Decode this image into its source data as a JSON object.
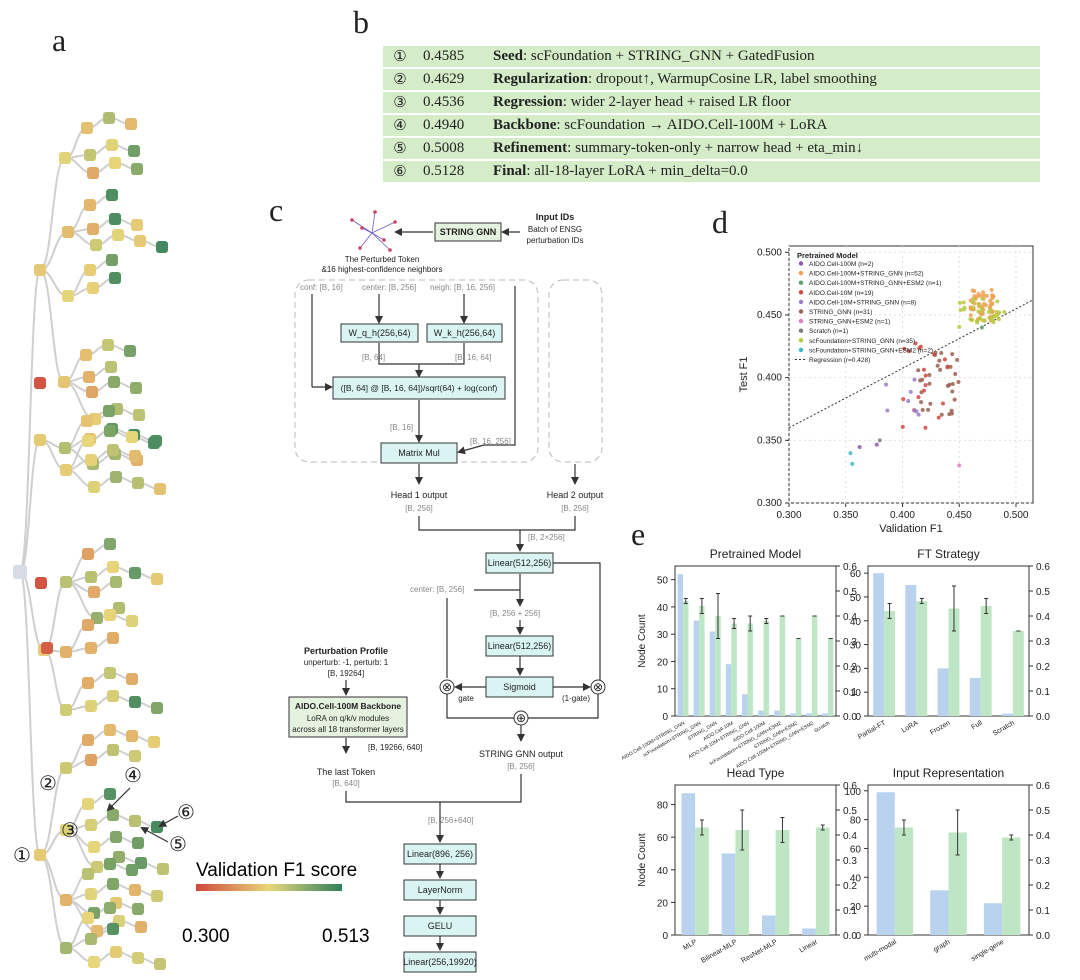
{
  "panels": {
    "a": "a",
    "b": "b",
    "c": "c",
    "d": "d",
    "e": "e"
  },
  "colors": {
    "low": "#d0473d",
    "mid": "#e8d77a",
    "high": "#2f7f5c",
    "table_bg": "#d4ecc8",
    "box_bg": "#d9f4f2",
    "bar_blue": "#b9d3ee",
    "bar_green": "#bfe6c4"
  },
  "table": [
    {
      "num": "①",
      "score": "0.4585",
      "label": "Seed",
      "text": ": scFoundation + STRING_GNN + GatedFusion"
    },
    {
      "num": "②",
      "score": "0.4629",
      "label": "Regularization",
      "text": ": dropout↑, WarmupCosine LR, label smoothing"
    },
    {
      "num": "③",
      "score": "0.4536",
      "label": "Regression",
      "text": ": wider 2-layer head + raised LR floor"
    },
    {
      "num": "④",
      "score": "0.4940",
      "label": "Backbone",
      "text": ": scFoundation → AIDO.Cell-100M + LoRA"
    },
    {
      "num": "⑤",
      "score": "0.5008",
      "label": "Refinement",
      "text": ": summary-token-only + narrow head + eta_min↓"
    },
    {
      "num": "⑥",
      "score": "0.5128",
      "label": "Final",
      "text": ": all-18-layer LoRA + min_delta=0.0"
    }
  ],
  "tree": {
    "callouts": [
      "①",
      "②",
      "③",
      "④",
      "⑤",
      "⑥"
    ],
    "colorbar_title": "Validation F1 score",
    "colorbar_min": "0.300",
    "colorbar_max": "0.513"
  },
  "diagram": {
    "input_ids_title": "Input IDs",
    "input_ids_sub1": "Batch of ENSG",
    "input_ids_sub2": "perturbation IDs",
    "string_gnn": "STRING GNN",
    "perturbed_token1": "The Perturbed Token",
    "perturbed_token2": "&16 highest-confidence neighbors",
    "conf": "conf: [B, 16]",
    "center": "center: [B, 256]",
    "neigh": "neigh: [B, 16, 256]",
    "wq": "W_q_h(256,64)",
    "wk": "W_k_h(256,64)",
    "dim_b64": "[B, 64]",
    "dim_b1664": "[B, 16, 64]",
    "attn": "([B, 64] @ [B, 16, 64])/sqrt(64) + log(conf)",
    "dim_b16": "[B, 16]",
    "dim_b16256": "[B, 16, 256]",
    "matmul": "Matrix Mul",
    "head1": "Head 1 output",
    "head2": "Head 2 output",
    "dim_b256a": "[B, 256]",
    "dim_b256b": "[B, 256]",
    "dim_b2x256": "[B, 2×256]",
    "linear1": "Linear(512,256)",
    "center2": "center: [B, 256]",
    "dim_sum": "[B, 256 + 256]",
    "linear2": "Linear(512,256)",
    "sigmoid": "Sigmoid",
    "gate": "gate",
    "one_minus_gate": "(1-gate)",
    "otimes": "⊗",
    "oplus": "⊕",
    "string_out": "STRING GNN output",
    "dim_b256c": "[B, 256]",
    "pert_profile_title": "Perturbation Profile",
    "pert_profile_sub": "unperturb: -1, perturb: 1",
    "dim_b19264": "[B, 19264]",
    "aido_title": "AIDO.Cell-100M Backbone",
    "aido_sub1": "LoRA on q/k/v modules",
    "aido_sub2": "across all 18 transformer layers",
    "dim_b19266": "[B, 19266, 640]",
    "last_token": "The last Token",
    "dim_b640": "[B, 640]",
    "dim_b896": "[B, 256+640]",
    "linear3": "Linear(896, 256)",
    "layernorm": "LayerNorm",
    "gelu": "GELU",
    "linear4": "Linear(256,19920)"
  },
  "scatter": {
    "legend_title": "Pretrained Model",
    "xlabel": "Validation F1",
    "ylabel": "Test F1",
    "xlim": [
      0.3,
      0.515
    ],
    "ylim": [
      0.3,
      0.505
    ],
    "xticks": [
      "0.300",
      "0.350",
      "0.400",
      "0.450",
      "0.500"
    ],
    "yticks": [
      "0.300",
      "0.350",
      "0.400",
      "0.450",
      "0.500"
    ],
    "legend": [
      {
        "name": "AIDO.Cell-100M (n=2)",
        "color": "#8c5aa8"
      },
      {
        "name": "AIDO.Cell-100M+STRING_GNN (n=52)",
        "color": "#f0a050"
      },
      {
        "name": "AIDO.Cell-100M+STRING_GNN+ESM2 (n=1)",
        "color": "#5aa070"
      },
      {
        "name": "AIDO.Cell-10M (n=19)",
        "color": "#d04840"
      },
      {
        "name": "AIDO.Cell-10M+STRING_GNN (n=8)",
        "color": "#9a7ec8"
      },
      {
        "name": "STRING_GNN (n=31)",
        "color": "#9a6050"
      },
      {
        "name": "STRING_GNN+ESM2 (n=1)",
        "color": "#e07cc0"
      },
      {
        "name": "Scratch (n=1)",
        "color": "#7f7f7f"
      },
      {
        "name": "scFoundation+STRING_GNN (n=35)",
        "color": "#b8c840"
      },
      {
        "name": "scFoundation+STRING_GNN+ESM2 (n=2)",
        "color": "#40b8c8"
      }
    ],
    "regression_label": "Regression (r=0.428)"
  },
  "bars": {
    "ylabel": "Node Count",
    "charts": [
      {
        "title": "Pretrained Model",
        "categories": [
          "AIDO.Cell-100M+STRING_GNN",
          "scFoundation+STRING_GNN",
          "STRING_GNN",
          "AIDO.Cell-10M",
          "AIDO.Cell-10M+STRING_GNN",
          "AIDO.Cell-100M",
          "scFoundation+STRING_GNN+ESM2",
          "STRING_GNN+ESM2",
          "AIDO.Cell-100M+STRING_GNN+ESM2",
          "Scratch"
        ],
        "counts": [
          52,
          35,
          31,
          19,
          8,
          2,
          2,
          1,
          1,
          1
        ],
        "f1": [
          0.46,
          0.44,
          0.4,
          0.37,
          0.37,
          0.38,
          0.4,
          0.31,
          0.4,
          0.31
        ],
        "err": [
          0.01,
          0.03,
          0.09,
          0.02,
          0.03,
          0.01,
          0.0,
          0.0,
          0.0,
          0.0
        ],
        "ylim_left": [
          0,
          55
        ],
        "yticks_left": [
          "0",
          "10",
          "20",
          "30",
          "40",
          "50"
        ]
      },
      {
        "title": "FT Strategy",
        "categories": [
          "Partial-FT",
          "LoRA",
          "Frozen",
          "Full",
          "Scratch"
        ],
        "counts": [
          60,
          55,
          20,
          16,
          1
        ],
        "f1": [
          0.42,
          0.46,
          0.43,
          0.44,
          0.34
        ],
        "err": [
          0.03,
          0.01,
          0.09,
          0.03,
          0.0
        ],
        "ylim_left": [
          0,
          63
        ],
        "yticks_left": [
          "0",
          "10",
          "20",
          "30",
          "40",
          "50",
          "60"
        ]
      },
      {
        "title": "Head Type",
        "categories": [
          "MLP",
          "Bilinear-MLP",
          "ResNet-MLP",
          "Linear"
        ],
        "counts": [
          87,
          50,
          12,
          4
        ],
        "f1": [
          0.43,
          0.42,
          0.42,
          0.43
        ],
        "err": [
          0.03,
          0.08,
          0.05,
          0.01
        ],
        "ylim_left": [
          0,
          92
        ],
        "yticks_left": [
          "0",
          "20",
          "40",
          "60",
          "80"
        ]
      },
      {
        "title": "Input Representation",
        "categories": [
          "multi-modal",
          "graph",
          "single-gene"
        ],
        "counts": [
          99,
          31,
          22
        ],
        "f1": [
          0.43,
          0.41,
          0.39
        ],
        "err": [
          0.03,
          0.09,
          0.01
        ],
        "ylim_left": [
          0,
          104
        ],
        "yticks_left": [
          "0",
          "20",
          "40",
          "60",
          "80",
          "100"
        ]
      }
    ],
    "yticks_right": [
      "0.0",
      "0.1",
      "0.2",
      "0.3",
      "0.4",
      "0.5",
      "0.6"
    ]
  }
}
